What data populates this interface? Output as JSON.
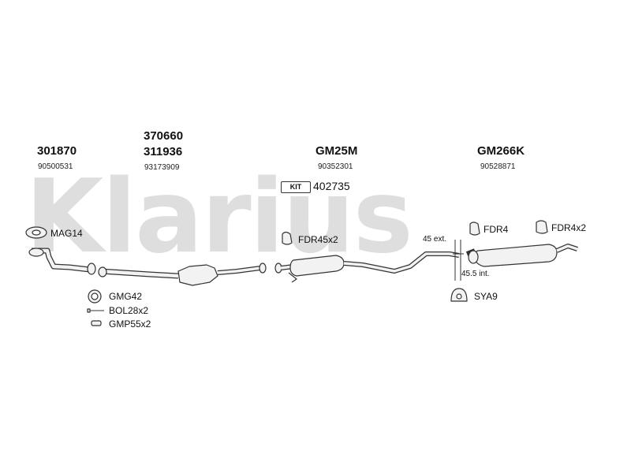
{
  "watermark": "Klarius",
  "groups": [
    {
      "codes": [
        "301870"
      ],
      "oem": "90500531"
    },
    {
      "codes": [
        "370660",
        "311936"
      ],
      "oem": "93173909"
    },
    {
      "codes": [
        "GM25M"
      ],
      "oem": "90352301"
    },
    {
      "codes": [
        "GM266K"
      ],
      "oem": "90528871"
    }
  ],
  "kit": {
    "tag": "KIT",
    "number": "402735"
  },
  "parts": {
    "mag14": "MAG14",
    "gmg42": "GMG42",
    "bol28": "BOL28x2",
    "gmp55": "GMP55x2",
    "fdr45": "FDR45x2",
    "fdr4": "FDR4",
    "fdr4x2": "FDR4x2",
    "sya9": "SYA9"
  },
  "dimensions": {
    "ext": "45 ext.",
    "int": "45.5 int."
  },
  "colors": {
    "watermark": "#dedede",
    "line": "#333333",
    "fill": "#f2f2f2"
  }
}
